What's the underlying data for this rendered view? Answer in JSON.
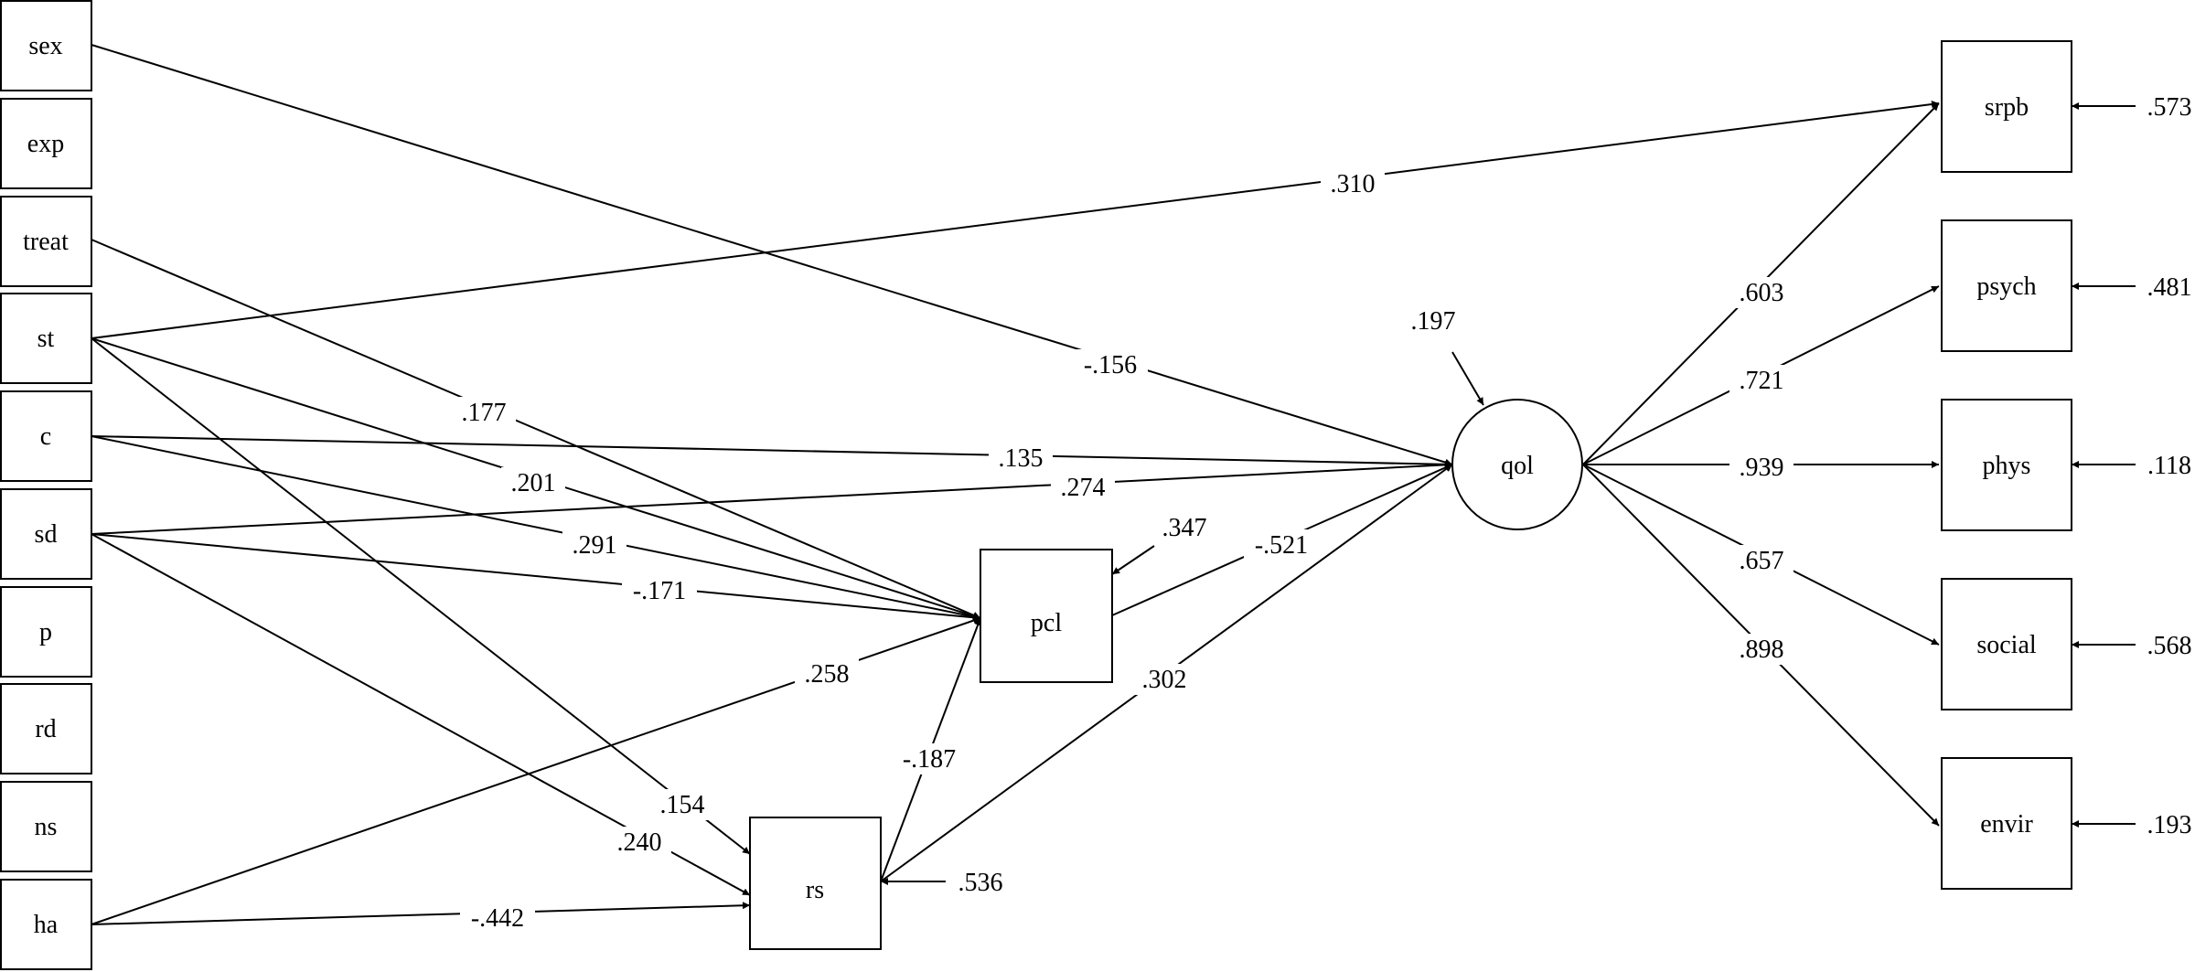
{
  "nodes": {
    "sex": "sex",
    "exp": "exp",
    "treat": "treat",
    "st": "st",
    "c": "c",
    "sd": "sd",
    "p": "p",
    "rd": "rd",
    "ns": "ns",
    "ha": "ha",
    "pcl": "pcl",
    "rs": "rs",
    "qol": "qol",
    "srpb": "srpb",
    "psych": "psych",
    "phys": "phys",
    "social": "social",
    "envir": "envir"
  },
  "coefficients": {
    "st_srpb": ".310",
    "sex_qol": "-.156",
    "treat_pcl": ".177",
    "st_pcl": ".201",
    "c_qol": ".135",
    "sd_qol": ".274",
    "c_pcl": ".291",
    "sd_pcl": "-.171",
    "ha_pcl": ".258",
    "st_rs": ".154",
    "sd_rs": ".240",
    "ha_rs": "-.442",
    "rs_pcl": "-.187",
    "rs_qol": ".302",
    "pcl_qol": "-.521",
    "qol_srpb": ".603",
    "qol_psych": ".721",
    "qol_phys": ".939",
    "qol_social": ".657",
    "qol_envir": ".898"
  },
  "residuals": {
    "qol": ".197",
    "pcl": ".347",
    "rs": ".536",
    "srpb": ".573",
    "psych": ".481",
    "phys": ".118",
    "social": ".568",
    "envir": ".193"
  }
}
